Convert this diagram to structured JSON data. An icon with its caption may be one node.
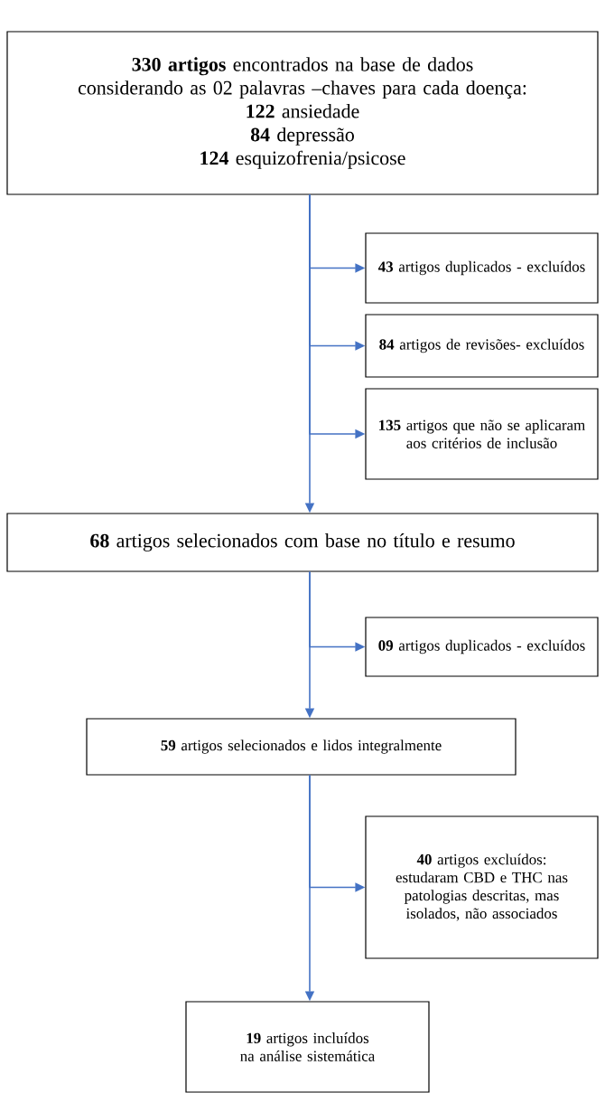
{
  "diagram": {
    "nodes": [
      {
        "text": [
          "**330 artigos** encontrados na base de dados considerando as 02 palavras –chaves para cada doença:",
          "**122** ansiedade",
          "**84** depressão",
          "**124** esquizofrenia/psicose"
        ]
      },
      {
        "text": [
          "**43** artigos duplicados - excluídos"
        ]
      },
      {
        "text": [
          "**84** artigos de revisões- excluídos"
        ]
      },
      {
        "text": [
          "**135** artigos que não se aplicaram aos critérios de inclusão"
        ]
      },
      {
        "text": [
          "**68** artigos selecionados com base no título e resumo"
        ]
      },
      {
        "text": [
          "**09** artigos duplicados - excluídos"
        ]
      },
      {
        "text": [
          "**59** artigos selecionados e lidos integralmente"
        ]
      },
      {
        "text": [
          "**40** artigos excluídos: estudaram CBD e THC nas patologias descritas, mas isolados, não associados"
        ]
      },
      {
        "text": [
          "**19** artigos incluídos na análise sistemática"
        ]
      }
    ],
    "edges": [
      {
        "from": 0,
        "to": 1,
        "arrow": "to"
      },
      {
        "from": 0,
        "to": 2,
        "arrow": "to"
      },
      {
        "from": 0,
        "to": 3,
        "arrow": "to"
      },
      {
        "from": 0,
        "to": 4,
        "arrow": "to"
      },
      {
        "from": 4,
        "to": 5,
        "arrow": "to"
      },
      {
        "from": 4,
        "to": 6,
        "arrow": "to"
      },
      {
        "from": 6,
        "to": 7,
        "arrow": "to"
      },
      {
        "from": 6,
        "to": 8,
        "arrow": "to"
      }
    ]
  }
}
